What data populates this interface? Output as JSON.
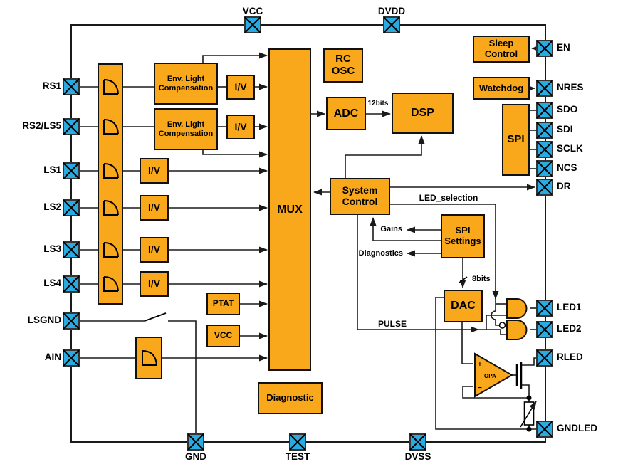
{
  "colors": {
    "block_fill": "#F9A81B",
    "pin_fill": "#29ABE2",
    "line": "#1a1a1a"
  },
  "pins": {
    "top": [
      {
        "label": "VCC"
      },
      {
        "label": "DVDD"
      }
    ],
    "left": [
      {
        "label": "RS1"
      },
      {
        "label": "RS2/LS5"
      },
      {
        "label": "LS1"
      },
      {
        "label": "LS2"
      },
      {
        "label": "LS3"
      },
      {
        "label": "LS4"
      },
      {
        "label": "LSGND"
      },
      {
        "label": "AIN"
      }
    ],
    "right": [
      {
        "label": "EN"
      },
      {
        "label": "NRES"
      },
      {
        "label": "SDO"
      },
      {
        "label": "SDI"
      },
      {
        "label": "SCLK"
      },
      {
        "label": "NCS"
      },
      {
        "label": "DR"
      },
      {
        "label": "LED1"
      },
      {
        "label": "LED2"
      },
      {
        "label": "RLED"
      },
      {
        "label": "GNDLED"
      }
    ],
    "bottom": [
      {
        "label": "GND"
      },
      {
        "label": "TEST"
      },
      {
        "label": "DVSS"
      }
    ]
  },
  "blocks": {
    "env_light_comp": "Env. Light Compensation",
    "iv": "I/V",
    "mux": "MUX",
    "rc_osc": "RC OSC",
    "adc": "ADC",
    "dsp": "DSP",
    "system_control": "System Control",
    "spi_settings": "SPI Settings",
    "spi": "SPI",
    "sleep_control": "Sleep Control",
    "watchdog": "Watchdog",
    "ptat": "PTAT",
    "vcc_ref": "VCC",
    "diagnostic": "Diagnostic",
    "dac": "DAC",
    "opa": "OPA"
  },
  "labels": {
    "bits12": "12bits",
    "bits8": "8bits",
    "gains": "Gains",
    "diagnostics": "Diagnostics",
    "led_selection": "LED_selection",
    "pulse": "PULSE",
    "plus": "+",
    "minus": "−"
  }
}
